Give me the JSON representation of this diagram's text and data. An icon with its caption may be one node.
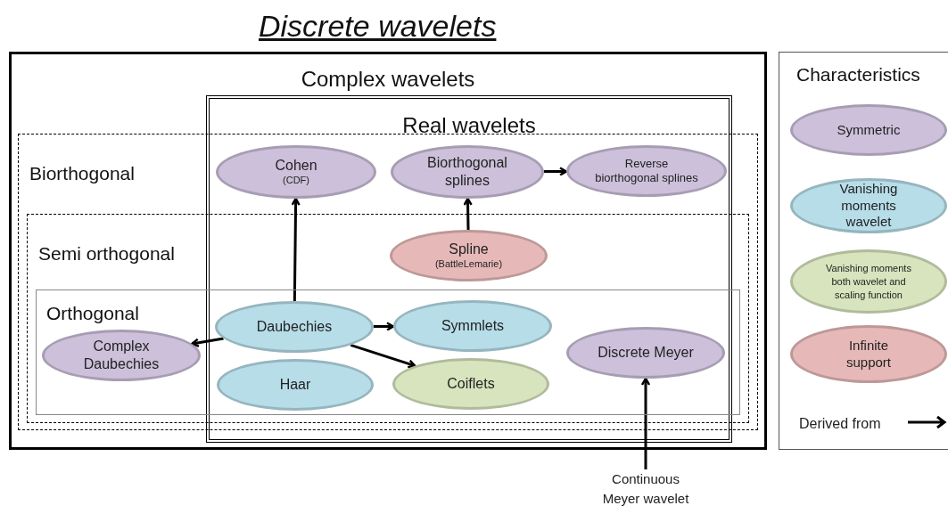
{
  "diagram": {
    "title": "Discrete wavelets",
    "nodes": [
      {
        "text": [
          "Complex wavelets"
        ]
      },
      {
        "text": [
          "Real wavelets"
        ],
        "in": 0
      },
      {
        "text": [
          "Biorthogonal"
        ],
        "in": 0
      },
      {
        "text": [
          "Semi orthogonal"
        ],
        "in": 2
      },
      {
        "text": [
          "Orthogonal"
        ],
        "in": 3
      },
      {
        "text": [
          "Cohen",
          "(CDF)"
        ],
        "in": 1
      },
      {
        "text": [
          "Biorthogonal splines"
        ],
        "in": 1
      },
      {
        "text": [
          "Reverse biorthogonal splines"
        ],
        "in": 1
      },
      {
        "text": [
          "Spline",
          "(BattleLemarie)"
        ]
      },
      {
        "text": [
          "Complex Daubechies"
        ],
        "in": 4
      },
      {
        "text": [
          "Daubechies"
        ]
      },
      {
        "text": [
          "Symmlets"
        ]
      },
      {
        "text": [
          "Haar"
        ]
      },
      {
        "text": [
          "Coiflets"
        ]
      },
      {
        "text": [
          "Discrete Meyer"
        ]
      },
      {
        "text": [
          "Continuous Meyer wavelet"
        ]
      }
    ],
    "edges": [
      {
        "from": 10,
        "to": 5,
        "arrow": "to"
      },
      {
        "from": 8,
        "to": 6,
        "arrow": "to"
      },
      {
        "from": 6,
        "to": 7,
        "arrow": "to"
      },
      {
        "from": 10,
        "to": 9,
        "arrow": "to"
      },
      {
        "from": 10,
        "to": 11,
        "arrow": "to"
      },
      {
        "from": 10,
        "to": 13,
        "arrow": "to"
      },
      {
        "from": 15,
        "to": 14,
        "arrow": "to"
      }
    ],
    "labels": [
      "Characteristics"
    ],
    "legend": [
      {
        "text": "Symmetric",
        "color": "#ccc0da"
      },
      {
        "text": "Vanishing moments wavelet",
        "color": "#b7dde8"
      },
      {
        "text": "Vanishing moments both wavelet and scaling function",
        "color": "#d7e4bd"
      },
      {
        "text": "Infinite support",
        "color": "#e6b9b8"
      },
      {
        "text": "Derived from"
      }
    ]
  }
}
